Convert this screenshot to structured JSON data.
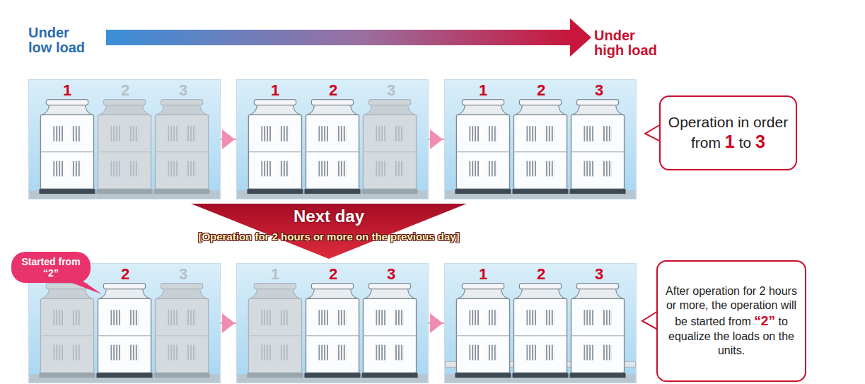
{
  "diagram": {
    "nodes": [
      {
        "text": [
          "1",
          "2",
          "3"
        ]
      },
      {
        "text": [
          "1",
          "2",
          "3"
        ]
      },
      {
        "text": [
          "1",
          "2",
          "3"
        ]
      },
      {
        "text": [
          "Operation in order from 1 to 3"
        ]
      },
      {
        "text": [
          "Next day",
          "[Operation for 2 hours or more on the previous day]"
        ]
      },
      {
        "text": [
          "Started from “2”"
        ]
      },
      {
        "text": [
          "1",
          "2",
          "3"
        ]
      },
      {
        "text": [
          "1",
          "2",
          "3"
        ]
      },
      {
        "text": [
          "1",
          "2",
          "3"
        ]
      },
      {
        "text": [
          "After operation for 2 hours or more, the operation will be started from “2” to equalize the loads on the units."
        ]
      }
    ],
    "edges": [
      {
        "from": 0,
        "to": 1,
        "arrow": "to"
      },
      {
        "from": 1,
        "to": 2,
        "arrow": "to"
      },
      {
        "from": 6,
        "to": 7,
        "arrow": "to"
      },
      {
        "from": 7,
        "to": 8,
        "arrow": "to"
      }
    ],
    "labels": [
      "Under low load",
      "Under high load"
    ]
  }
}
